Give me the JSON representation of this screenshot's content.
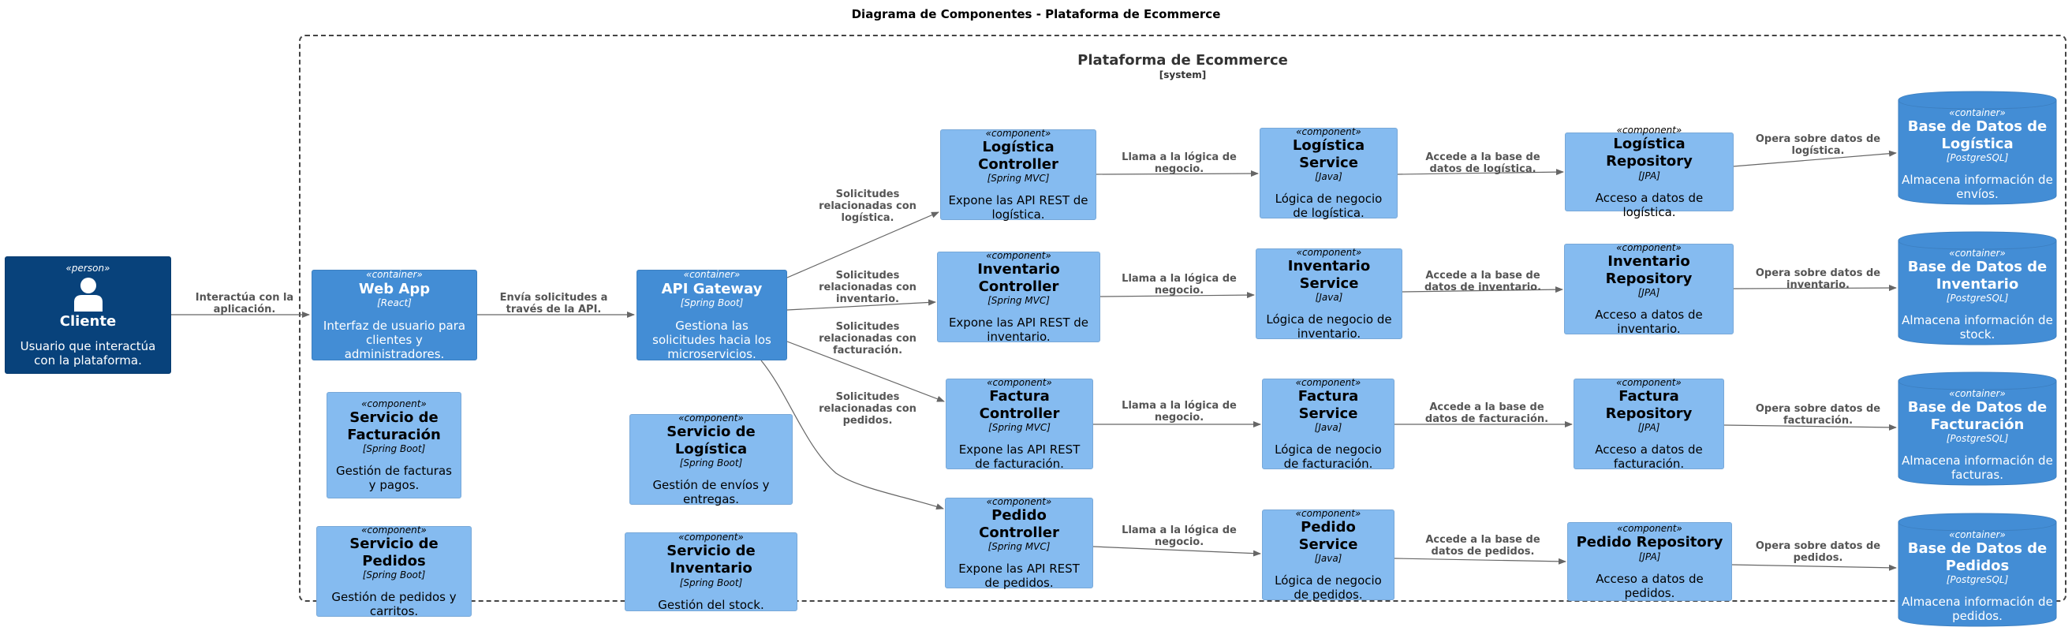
{
  "title": "Diagrama de Componentes - Plataforma de Ecommerce",
  "boundary": {
    "name": "Plataforma de Ecommerce",
    "type": "[system]"
  },
  "person": {
    "stereotype": "«person»",
    "name": "Cliente",
    "description": "Usuario que interactúa con la plataforma."
  },
  "webapp": {
    "stereotype": "«container»",
    "name": "Web App",
    "tech": "[React]",
    "description": "Interfaz de usuario para clientes y administradores."
  },
  "gateway": {
    "stereotype": "«container»",
    "name": "API Gateway",
    "tech": "[Spring Boot]",
    "description": "Gestiona las solicitudes hacia los microservicios."
  },
  "serv_fact": {
    "stereotype": "«component»",
    "name": "Servicio de Facturación",
    "tech": "[Spring Boot]",
    "description": "Gestión de facturas y pagos."
  },
  "serv_ped": {
    "stereotype": "«component»",
    "name": "Servicio de Pedidos",
    "tech": "[Spring Boot]",
    "description": "Gestión de pedidos y carritos."
  },
  "serv_log": {
    "stereotype": "«component»",
    "name": "Servicio de Logística",
    "tech": "[Spring Boot]",
    "description": "Gestión de envíos y entregas."
  },
  "serv_inv": {
    "stereotype": "«component»",
    "name": "Servicio de Inventario",
    "tech": "[Spring Boot]",
    "description": "Gestión del stock."
  },
  "log_ctrl": {
    "stereotype": "«component»",
    "name": "Logística Controller",
    "tech": "[Spring MVC]",
    "description": "Expone las API REST de logística."
  },
  "inv_ctrl": {
    "stereotype": "«component»",
    "name": "Inventario Controller",
    "tech": "[Spring MVC]",
    "description": "Expone las API REST de inventario."
  },
  "fac_ctrl": {
    "stereotype": "«component»",
    "name": "Factura Controller",
    "tech": "[Spring MVC]",
    "description": "Expone las API REST de facturación."
  },
  "ped_ctrl": {
    "stereotype": "«component»",
    "name": "Pedido Controller",
    "tech": "[Spring MVC]",
    "description": "Expone las API REST de pedidos."
  },
  "log_svc": {
    "stereotype": "«component»",
    "name": "Logística Service",
    "tech": "[Java]",
    "description": "Lógica de negocio de logística."
  },
  "inv_svc": {
    "stereotype": "«component»",
    "name": "Inventario Service",
    "tech": "[Java]",
    "description": "Lógica de negocio de inventario."
  },
  "fac_svc": {
    "stereotype": "«component»",
    "name": "Factura Service",
    "tech": "[Java]",
    "description": "Lógica de negocio de facturación."
  },
  "ped_svc": {
    "stereotype": "«component»",
    "name": "Pedido Service",
    "tech": "[Java]",
    "description": "Lógica de negocio de pedidos."
  },
  "log_repo": {
    "stereotype": "«component»",
    "name": "Logística Repository",
    "tech": "[JPA]",
    "description": "Acceso a datos de logística."
  },
  "inv_repo": {
    "stereotype": "«component»",
    "name": "Inventario Repository",
    "tech": "[JPA]",
    "description": "Acceso a datos de inventario."
  },
  "fac_repo": {
    "stereotype": "«component»",
    "name": "Factura Repository",
    "tech": "[JPA]",
    "description": "Acceso a datos de facturación."
  },
  "ped_repo": {
    "stereotype": "«component»",
    "name": "Pedido Repository",
    "tech": "[JPA]",
    "description": "Acceso a datos de pedidos."
  },
  "db_log": {
    "stereotype": "«container»",
    "name": "Base de Datos de Logística",
    "tech": "[PostgreSQL]",
    "description": "Almacena información de envíos."
  },
  "db_inv": {
    "stereotype": "«container»",
    "name": "Base de Datos de Inventario",
    "tech": "[PostgreSQL]",
    "description": "Almacena información de stock."
  },
  "db_fac": {
    "stereotype": "«container»",
    "name": "Base de Datos de Facturación",
    "tech": "[PostgreSQL]",
    "description": "Almacena información de facturas."
  },
  "db_ped": {
    "stereotype": "«container»",
    "name": "Base de Datos de Pedidos",
    "tech": "[PostgreSQL]",
    "description": "Almacena información de pedidos."
  },
  "labels": {
    "cliente_web": "Interactúa con la\naplicación.",
    "web_gateway": "Envía solicitudes a\ntravés de la API.",
    "gw_log": "Solicitudes\nrelacionadas con\nlogística.",
    "gw_inv": "Solicitudes\nrelacionadas con\ninventario.",
    "gw_fac": "Solicitudes\nrelacionadas con\nfacturación.",
    "gw_ped": "Solicitudes\nrelacionadas con\npedidos.",
    "ctrl_svc": "Llama a la lógica de\nnegocio.",
    "svc_repo_log": "Accede a la base de\ndatos de logística.",
    "svc_repo_inv": "Accede a la base de\ndatos de inventario.",
    "svc_repo_fac": "Accede a la base de\ndatos de facturación.",
    "svc_repo_ped": "Accede a la base de\ndatos de pedidos.",
    "repo_db_log": "Opera sobre datos de\nlogística.",
    "repo_db_inv": "Opera sobre datos de\ninventario.",
    "repo_db_fac": "Opera sobre datos de\nfacturación.",
    "repo_db_ped": "Opera sobre datos de\npedidos."
  },
  "colors": {
    "person": "#08427b",
    "container": "#438dd5",
    "component": "#85bbf0",
    "arrow": "#666666"
  }
}
